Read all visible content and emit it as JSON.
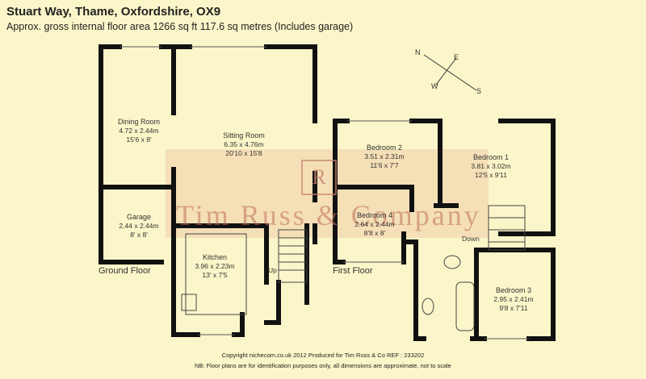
{
  "title": "Stuart Way, Thame, Oxfordshire, OX9",
  "subtitle": "Approx. gross internal floor area 1266 sq ft 117.6 sq metres (Includes garage)",
  "watermark": {
    "brand": "Tim Russ & Company",
    "logo": "R"
  },
  "floors": {
    "ground": "Ground Floor",
    "first": "First Floor"
  },
  "rooms": {
    "dining": {
      "name": "Dining Room",
      "metric": "4.72 x 2.44m",
      "imperial": "15'6 x 8'"
    },
    "sitting": {
      "name": "Sitting Room",
      "metric": "6.35 x 4.76m",
      "imperial": "20'10 x 15'8"
    },
    "garage": {
      "name": "Garage",
      "metric": "2.44 x 2.44m",
      "imperial": "8' x 8'"
    },
    "kitchen": {
      "name": "Kitchen",
      "metric": "3.96 x 2.23m",
      "imperial": "13' x 7'5"
    },
    "bed2": {
      "name": "Bedroom 2",
      "metric": "3.51 x 2.31m",
      "imperial": "11'6 x 7'7"
    },
    "bed1": {
      "name": "Bedroom 1",
      "metric": "3.81 x 3.02m",
      "imperial": "12'5 x 9'11"
    },
    "bed4": {
      "name": "Bedroom 4",
      "metric": "2.64 x 2.44m",
      "imperial": "8'8 x 8'"
    },
    "bed3": {
      "name": "Bedroom 3",
      "metric": "2.95 x 2.41m",
      "imperial": "9'8 x 7'11"
    }
  },
  "stairs": {
    "up": "Up",
    "down": "Down"
  },
  "compass": {
    "n": "N",
    "e": "E",
    "s": "S",
    "w": "W"
  },
  "footer": {
    "copyright": "Copyright nichecom.co.uk 2012    Produced for Tim Russ & Co    REF : 233202",
    "disclaimer": "NB: Floor plans are for identification purposes only, all dimensions are approximate, not to scale"
  },
  "colors": {
    "background": "#fbf6c9",
    "wall": "#111111",
    "watermark": "#be6e5a"
  }
}
